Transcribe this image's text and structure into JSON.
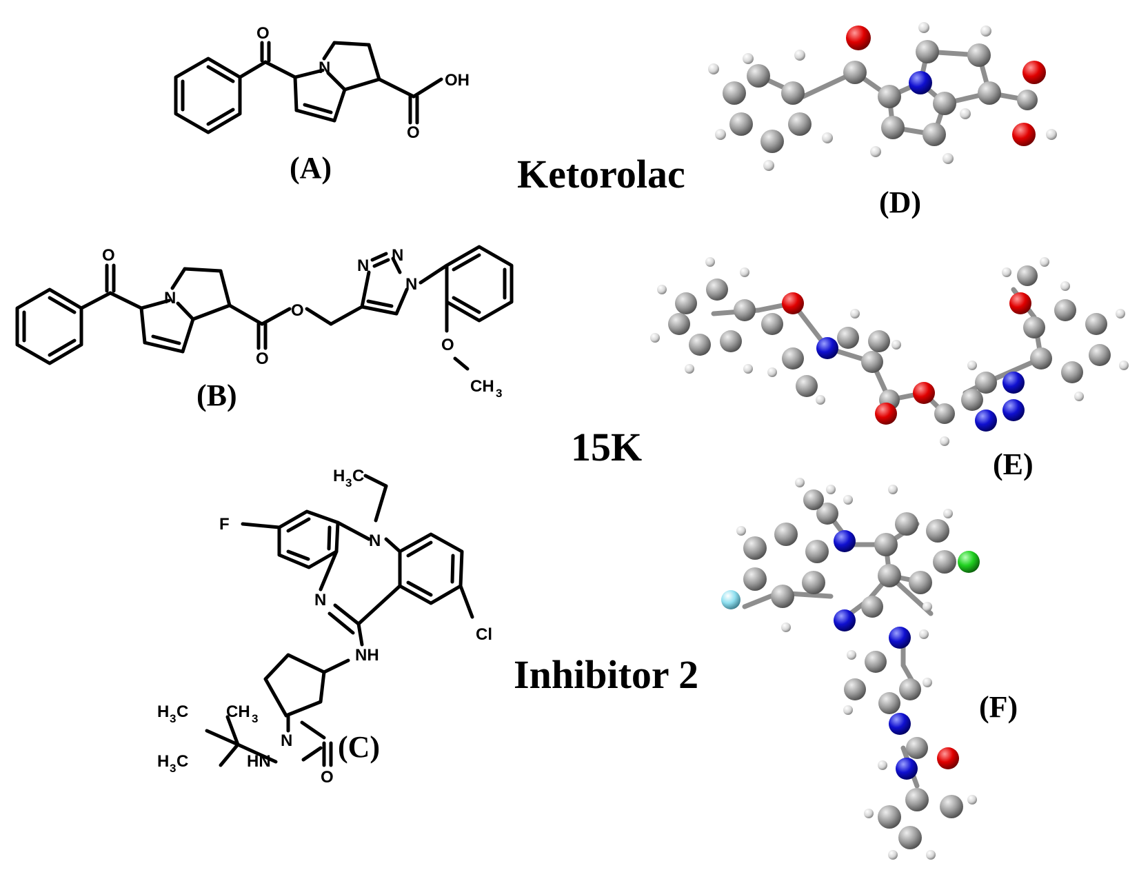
{
  "molecule_names": {
    "ketorolac": "Ketorolac",
    "k15": "15K",
    "inhibitor2": "Inhibitor 2"
  },
  "panel_labels": {
    "a": "(A)",
    "b": "(B)",
    "c": "(C)",
    "d": "(D)",
    "e": "(E)",
    "f": "(F)"
  },
  "atom_labels": {
    "a_oxo": "O",
    "a_n": "N",
    "a_oh": "OH",
    "a_acid_o": "O",
    "b_oxo": "O",
    "b_n": "N",
    "b_ester_o": "O",
    "b_carbonyl_o": "O",
    "b_triazole_n1": "N",
    "b_triazole_n2": "N",
    "b_triazole_n3": "N",
    "b_ome_o": "O",
    "b_ch3": "CH",
    "b_ch3_sub": "3",
    "c_h3c": "H",
    "c_h3c_sub": "3",
    "c_h3c_c": "C",
    "c_f": "F",
    "c_n_ring": "N",
    "c_n_imine": "N",
    "c_nh": "NH",
    "c_cl": "Cl",
    "c_n_pyrr": "N",
    "c_hn": "HN",
    "c_o": "O",
    "c_tbu_a": "H",
    "c_tbu_a_sub": "3",
    "c_tbu_a_c": "C",
    "c_tbu_b": "CH",
    "c_tbu_b_sub": "3",
    "c_tbu_c": "H",
    "c_tbu_c_sub": "3",
    "c_tbu_c_c": "C"
  },
  "colors": {
    "carbon": "#8e8e8e",
    "hydrogen": "#e6e6e6",
    "oxygen": "#e00000",
    "nitrogen": "#1010d0",
    "chlorine": "#20d020",
    "fluorine": "#90e0f0"
  }
}
